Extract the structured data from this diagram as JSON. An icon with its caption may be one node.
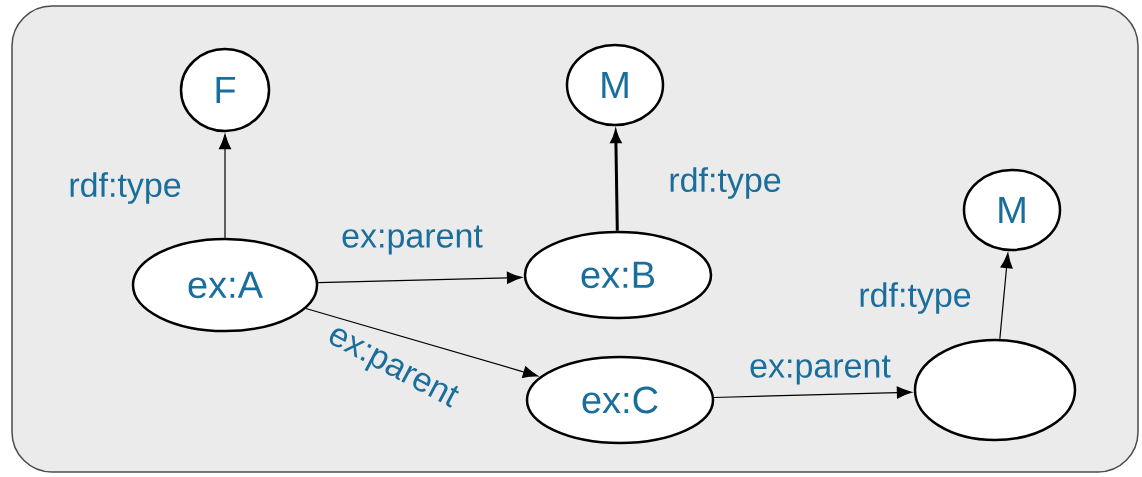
{
  "diagram": {
    "nodes": [
      {
        "text": [
          "F"
        ]
      },
      {
        "text": [
          "M"
        ]
      },
      {
        "text": [
          "M"
        ]
      },
      {
        "text": [
          "ex:A"
        ]
      },
      {
        "text": [
          "ex:B"
        ]
      },
      {
        "text": [
          "ex:C"
        ]
      },
      {
        "text": [],
        "shape": "ellipse"
      }
    ],
    "edges": [
      {
        "from": 3,
        "to": 0,
        "arrow": "to",
        "label": "rdf:type"
      },
      {
        "from": 4,
        "to": 1,
        "arrow": "to",
        "label": "rdf:type",
        "style": "thick"
      },
      {
        "from": 6,
        "to": 2,
        "arrow": "to",
        "label": "rdf:type"
      },
      {
        "from": 3,
        "to": 4,
        "arrow": "to",
        "label": "ex:parent"
      },
      {
        "from": 3,
        "to": 5,
        "arrow": "to",
        "label": "ex:parent"
      },
      {
        "from": 5,
        "to": 6,
        "arrow": "to",
        "label": "ex:parent"
      }
    ]
  }
}
